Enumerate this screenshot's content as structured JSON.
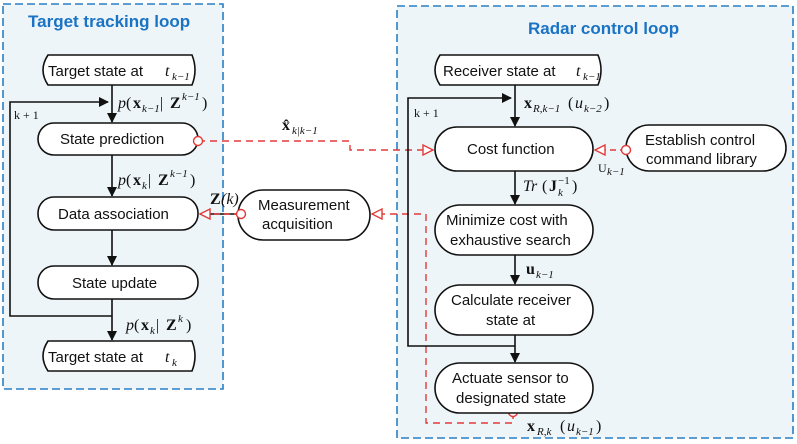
{
  "colors": {
    "panel_fill": "#eef5f8",
    "panel_border": "#2a7fc4",
    "title": "#1a73c4",
    "flow": "#111111",
    "control": "#e23a3a"
  },
  "left_panel": {
    "title": "Target tracking loop",
    "start_node": "Target state at",
    "start_node_math": "t",
    "start_node_sub": "k−1",
    "prediction": "State prediction",
    "association": "Data association",
    "update": "State update",
    "end_node": "Target state at",
    "end_node_math": "t",
    "end_node_sub": "k",
    "loop_label": "k + 1",
    "label_p_prior": {
      "p": "p",
      "x": "x",
      "x_sub": "k−1",
      "bar": " | ",
      "Z": "Z",
      "Z_sup": "k−1"
    },
    "label_p_pred": {
      "p": "p",
      "x": "x",
      "x_sub": "k",
      "bar": " | ",
      "Z": "Z",
      "Z_sup": "k−1"
    },
    "label_p_post": {
      "p": "p",
      "x": "x",
      "x_sub": "k",
      "bar": " | ",
      "Z": "Z",
      "Z_sup": "k"
    }
  },
  "right_panel": {
    "title": "Radar control loop",
    "start_node": "Receiver state at",
    "start_node_math": "t",
    "start_node_sub": "k−1",
    "cost": "Cost function",
    "minimize_1": "Minimize cost with",
    "minimize_2": "exhaustive search",
    "calculate_1": "Calculate receiver",
    "calculate_2": "state at",
    "actuate_1": "Actuate sensor to",
    "actuate_2": "designated state",
    "library_1": "Establish control",
    "library_2": "command library",
    "loop_label": "k + 1",
    "library_symbol": "U",
    "library_symbol_sub": "k−1",
    "label_x_prev": {
      "x": "x",
      "x_sub": "R,k−1",
      "u": "u",
      "u_sub": "k−2"
    },
    "label_trace": {
      "tr": "Tr",
      "J": "J",
      "J_sub": "k",
      "J_sup": "−1"
    },
    "label_u": {
      "u": "u",
      "u_sub": "k−1"
    },
    "label_x_next": {
      "x": "x",
      "x_sub": "R,k",
      "u": "u",
      "u_sub": "k−1"
    }
  },
  "middle": {
    "measurement_1": "Measurement",
    "measurement_2": "acquisition",
    "x_hat": "x̂",
    "x_hat_sub": "k|k−1",
    "z": "Z",
    "z_arg": "(k)"
  }
}
